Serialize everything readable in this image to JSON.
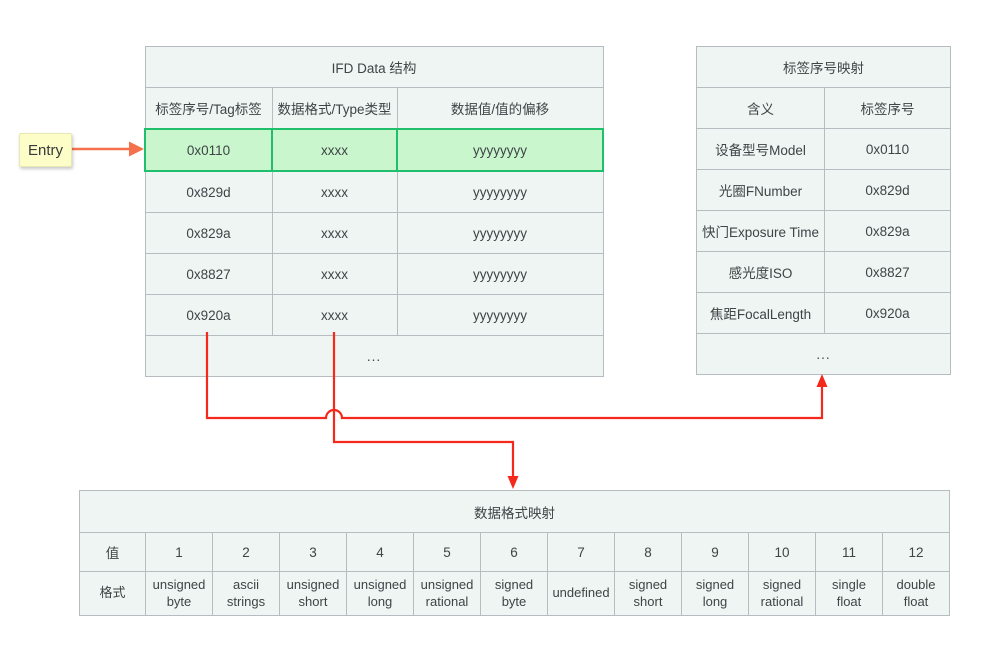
{
  "note": {
    "label": "Entry"
  },
  "colors": {
    "flow_arrow": "#f5281b",
    "entry_arrow": "#f4714b",
    "highlight_fill": "#c9f6cd",
    "highlight_border": "#1fbf6b",
    "cell_fill": "#eef5f2",
    "grid_border": "#b6bcbf",
    "note_fill": "#fdfdc8",
    "text": "#3f4447"
  },
  "ifd_table": {
    "title": "IFD Data 结构",
    "headers": [
      "标签序号/Tag标签",
      "数据格式/Type类型",
      "数据值/值的偏移"
    ],
    "rows": [
      {
        "tag": "0x0110",
        "type": "xxxx",
        "value": "yyyyyyyy"
      },
      {
        "tag": "0x829d",
        "type": "xxxx",
        "value": "yyyyyyyy"
      },
      {
        "tag": "0x829a",
        "type": "xxxx",
        "value": "yyyyyyyy"
      },
      {
        "tag": "0x8827",
        "type": "xxxx",
        "value": "yyyyyyyy"
      },
      {
        "tag": "0x920a",
        "type": "xxxx",
        "value": "yyyyyyyy"
      }
    ],
    "ellipsis": "..."
  },
  "tag_map_table": {
    "title": "标签序号映射",
    "headers": [
      "含义",
      "标签序号"
    ],
    "rows": [
      {
        "meaning": "设备型号Model",
        "tag": "0x0110"
      },
      {
        "meaning": "光圈FNumber",
        "tag": "0x829d"
      },
      {
        "meaning": "快门Exposure Time",
        "tag": "0x829a"
      },
      {
        "meaning": "感光度ISO",
        "tag": "0x8827"
      },
      {
        "meaning": "焦距FocalLength",
        "tag": "0x920a"
      }
    ],
    "ellipsis": "..."
  },
  "format_map_table": {
    "title": "数据格式映射",
    "value_label": "值",
    "format_label": "格式",
    "values": [
      "1",
      "2",
      "3",
      "4",
      "5",
      "6",
      "7",
      "8",
      "9",
      "10",
      "11",
      "12"
    ],
    "formats": [
      "unsigned byte",
      "ascii strings",
      "unsigned short",
      "unsigned long",
      "unsigned rational",
      "signed byte",
      "undefined",
      "signed short",
      "signed long",
      "signed rational",
      "single float",
      "double float"
    ]
  }
}
